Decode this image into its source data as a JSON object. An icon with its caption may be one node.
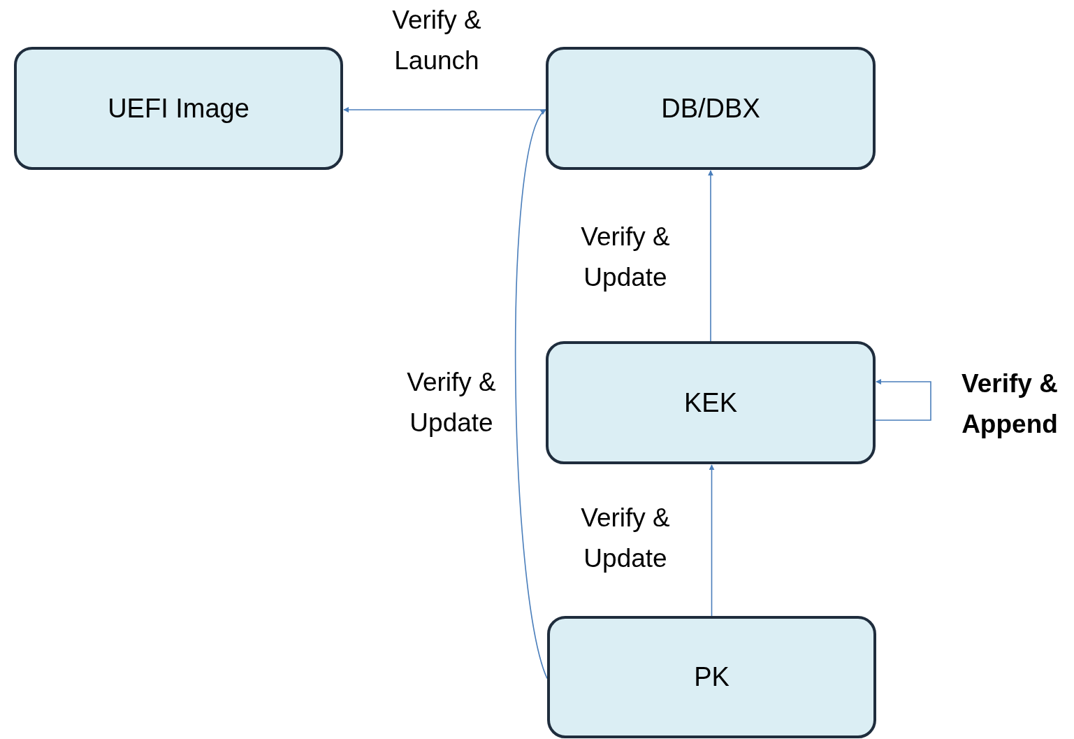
{
  "diagram": {
    "nodes": [
      {
        "text": [
          "UEFI Image"
        ]
      },
      {
        "text": [
          "DB/DBX"
        ]
      },
      {
        "text": [
          "KEK"
        ]
      },
      {
        "text": [
          "PK"
        ]
      }
    ],
    "edges": [
      {
        "from": 1,
        "to": 0,
        "arrow": "to",
        "label": "Verify & Launch"
      },
      {
        "from": 2,
        "to": 1,
        "arrow": "to",
        "label": "Verify & Update"
      },
      {
        "from": 2,
        "to": 2,
        "arrow": "to",
        "label": "Verify & Append"
      },
      {
        "from": 3,
        "to": 2,
        "arrow": "to",
        "label": "Verify & Update"
      },
      {
        "from": 3,
        "to": 1,
        "arrow": "to",
        "label": "Verify & Update"
      }
    ]
  }
}
